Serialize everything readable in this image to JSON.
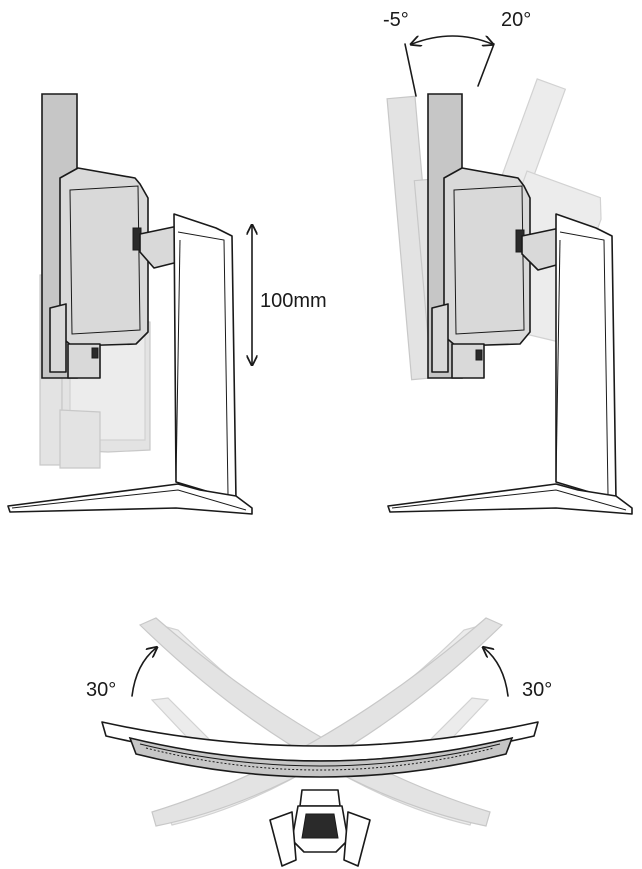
{
  "height_adjust": {
    "label": "100mm",
    "value_mm": 100
  },
  "tilt": {
    "forward_label": "-5°",
    "backward_label": "20°",
    "forward_deg": -5,
    "backward_deg": 20
  },
  "swivel": {
    "left_label": "30°",
    "right_label": "30°",
    "left_deg": 30,
    "right_deg": 30
  },
  "colors": {
    "line": "#1a1a1a",
    "panel": "#c6c6c6",
    "ghost": "#e3e3e3"
  }
}
